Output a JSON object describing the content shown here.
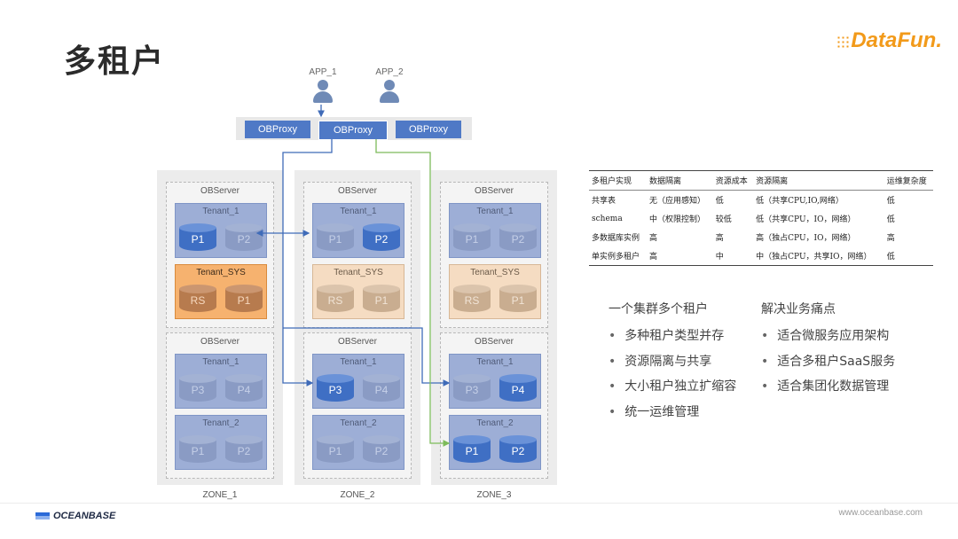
{
  "title": "多租户",
  "brand": {
    "logo_text": "DataFun.",
    "footer_brand": "OCEANBASE",
    "footer_url": "www.oceanbase.com"
  },
  "apps": [
    "APP_1",
    "APP_2"
  ],
  "proxies": [
    "OBProxy",
    "OBProxy",
    "OBProxy"
  ],
  "diagram": {
    "server_label": "OBServer",
    "zones": [
      "ZONE_1",
      "ZONE_2",
      "ZONE_3"
    ],
    "tenant_1": "Tenant_1",
    "tenant_sys": "Tenant_SYS",
    "tenant_2": "Tenant_2",
    "p1": "P1",
    "p2": "P2",
    "p3": "P3",
    "p4": "P4",
    "rs": "RS"
  },
  "table": {
    "headers": [
      "多租户实现",
      "数据隔离",
      "资源成本",
      "资源隔离",
      "运维复杂度"
    ],
    "rows": [
      [
        "共享表",
        "无（应用感知）",
        "低",
        "低（共享CPU,IO,网络）",
        "低"
      ],
      [
        "schema",
        "中（权限控制）",
        "较低",
        "低（共享CPU，IO，网络）",
        "低"
      ],
      [
        "多数据库实例",
        "高",
        "高",
        "高（独占CPU，IO，网络）",
        "高"
      ],
      [
        "单实例多租户",
        "高",
        "中",
        "中（独占CPU，共享IO，网络）",
        "低"
      ]
    ]
  },
  "features": {
    "title": "一个集群多个租户",
    "items": [
      "多种租户类型并存",
      "资源隔离与共享",
      "大小租户独立扩缩容",
      "统一运维管理"
    ]
  },
  "benefits": {
    "title": "解决业务痛点",
    "items": [
      "适合微服务应用架构",
      "适合多租户SaaS服务",
      "适合集团化数据管理"
    ]
  }
}
